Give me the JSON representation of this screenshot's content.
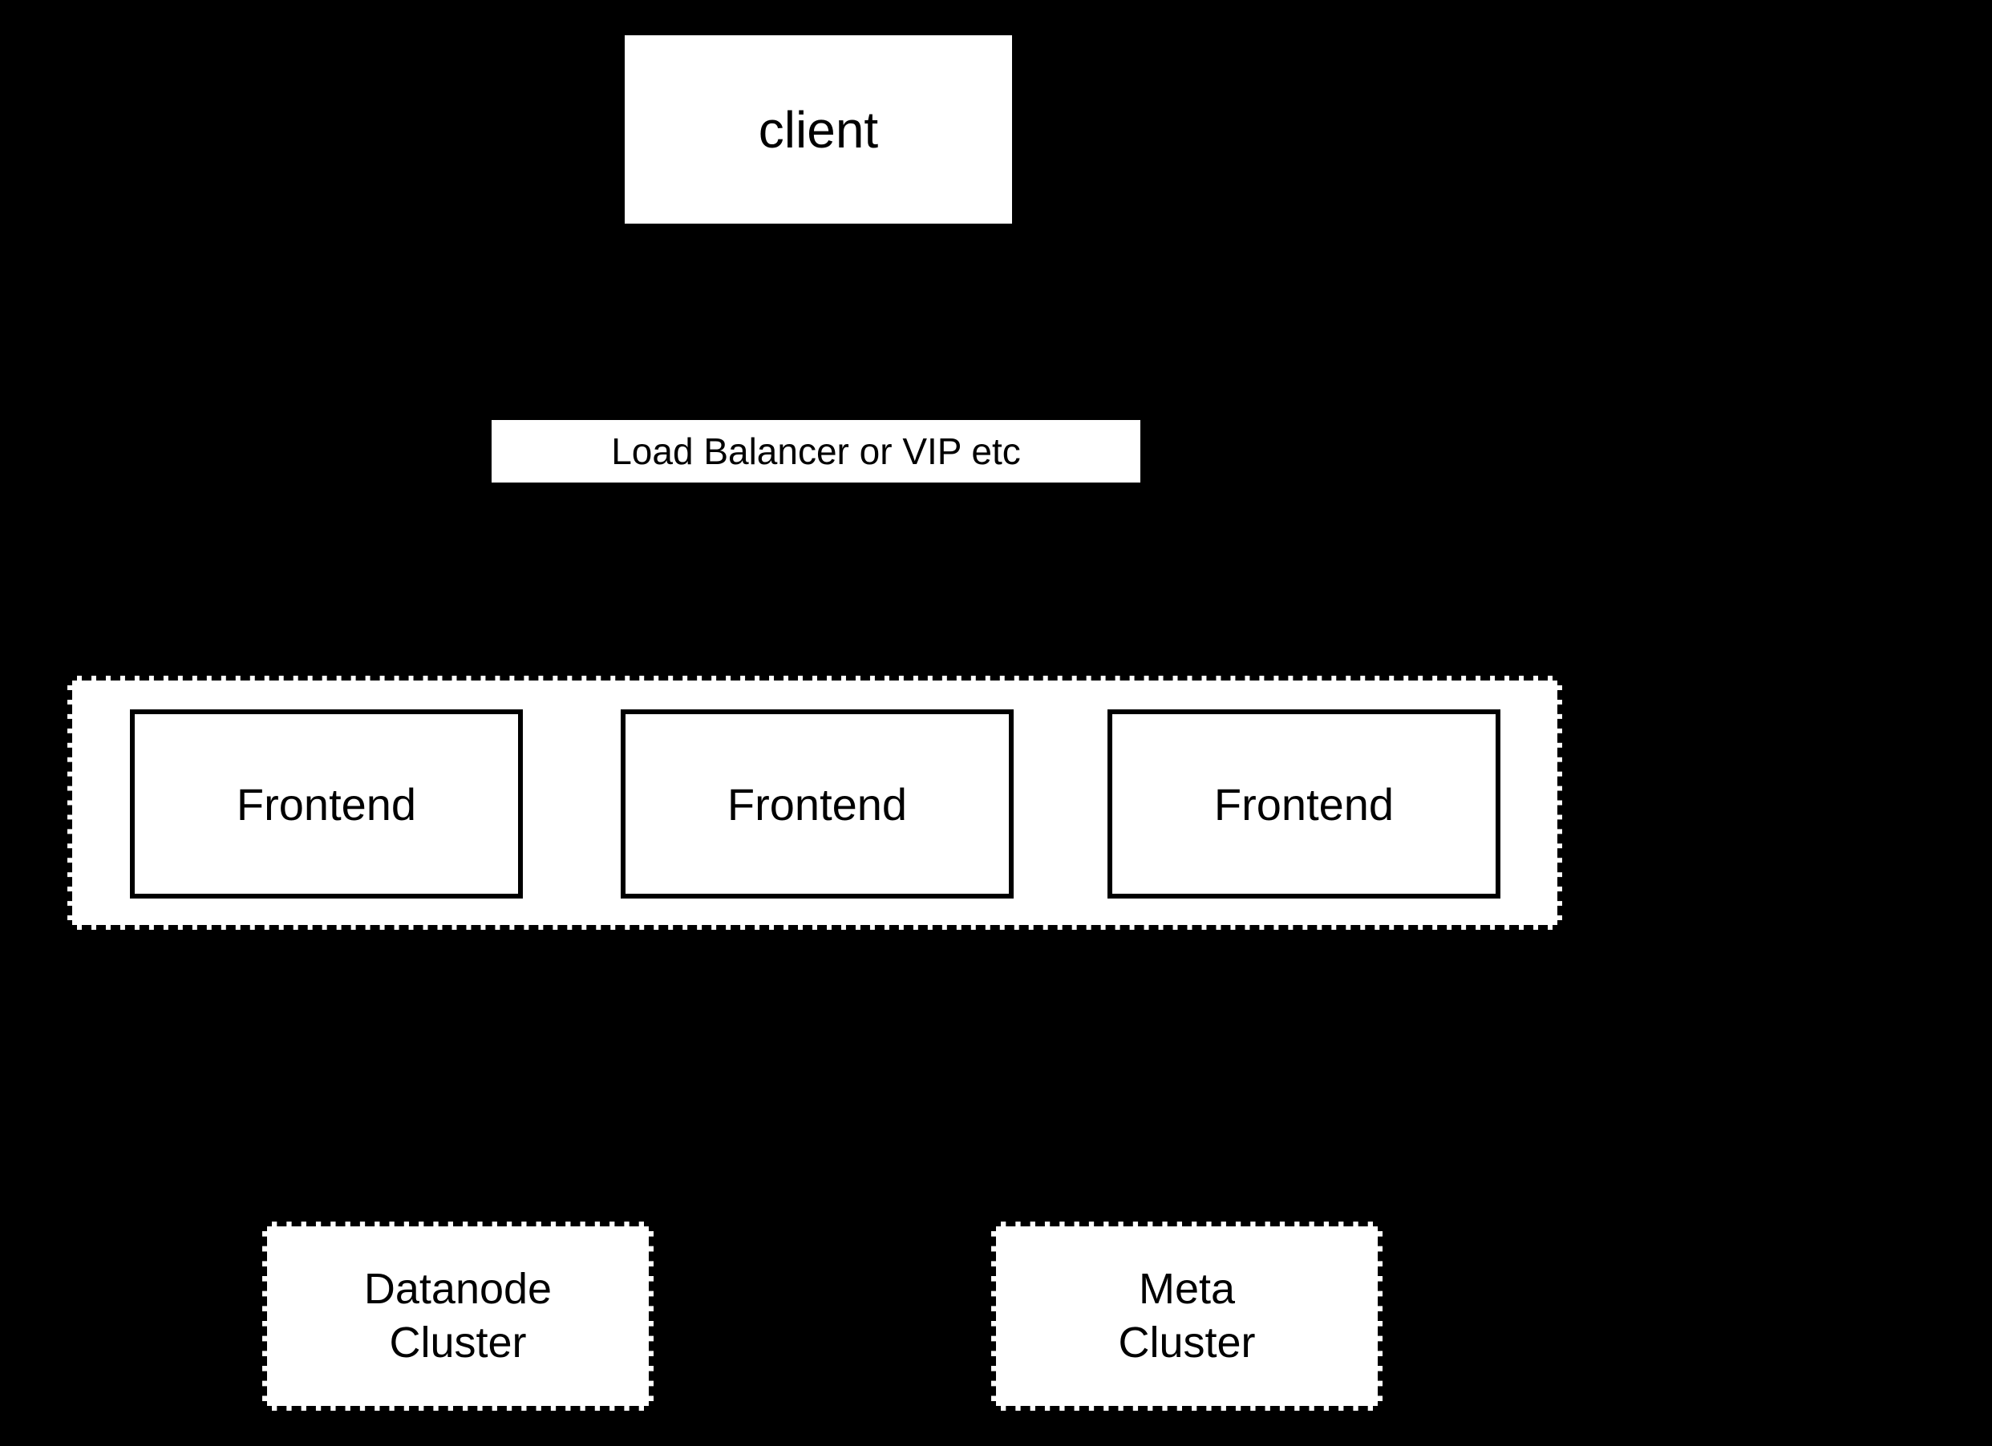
{
  "colors": {
    "background": "#000000",
    "node_fill": "#ffffff",
    "node_border": "#000000",
    "node_text": "#000000"
  },
  "nodes": {
    "client": {
      "label": "client"
    },
    "load_balancer": {
      "label": "Load Balancer or VIP etc"
    },
    "frontends": [
      {
        "label": "Frontend"
      },
      {
        "label": "Frontend"
      },
      {
        "label": "Frontend"
      }
    ],
    "datanode_cluster": {
      "line1": "Datanode",
      "line2": "Cluster"
    },
    "meta_cluster": {
      "line1": "Meta",
      "line2": "Cluster"
    }
  }
}
